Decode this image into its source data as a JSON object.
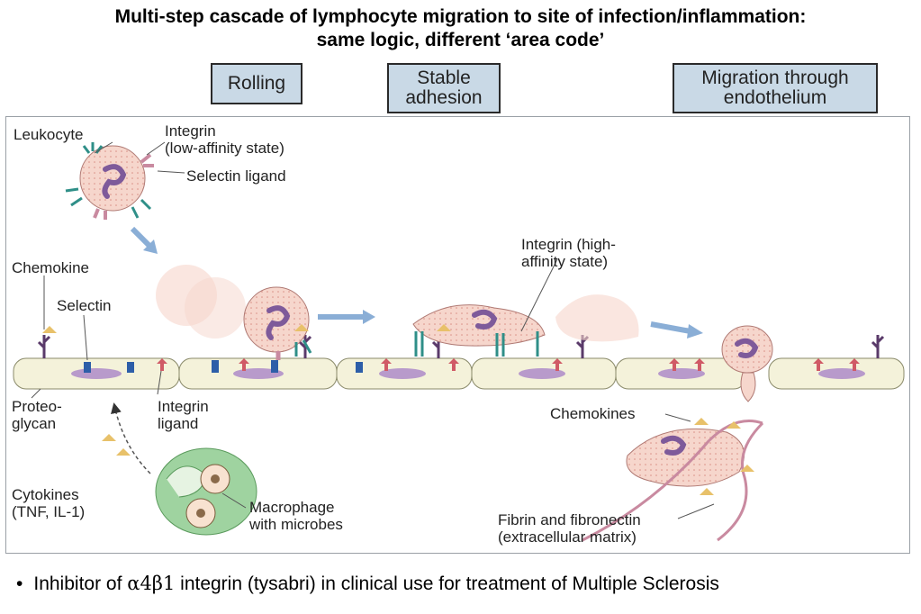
{
  "title": {
    "line1": "Multi-step cascade of lymphocyte migration to site of infection/inflammation:",
    "line2": "same logic, different ‘area code’"
  },
  "stages": [
    {
      "line1": "Rolling",
      "line2": ""
    },
    {
      "line1": "Stable",
      "line2": "adhesion"
    },
    {
      "line1": "Migration through",
      "line2": "endothelium"
    }
  ],
  "labels": {
    "leukocyte": "Leukocyte",
    "integrin_low_1": "Integrin",
    "integrin_low_2": "(low-affinity state)",
    "selectin_ligand": "Selectin ligand",
    "chemokine": "Chemokine",
    "selectin": "Selectin",
    "integrin_high_1": "Integrin (high-",
    "integrin_high_2": "affinity state)",
    "proteoglycan_1": "Proteo-",
    "proteoglycan_2": "glycan",
    "integrin_ligand_1": "Integrin",
    "integrin_ligand_2": "ligand",
    "chemokines": "Chemokines",
    "cytokines_1": "Cytokines",
    "cytokines_2": "(TNF, IL-1)",
    "macrophage_1": "Macrophage",
    "macrophage_2": "with microbes",
    "fibrin_1": "Fibrin and fibronectin",
    "fibrin_2": "(extracellular matrix)"
  },
  "bullet": {
    "pre": "Inhibitor of ",
    "greek": "α4β1",
    "post": " integrin (tysabri) in clinical use for treatment of Multiple Sclerosis"
  },
  "colors": {
    "stage_box": "#c9d9e6",
    "cell_fill": "#f6d6cc",
    "endothelium": "#f4f2da",
    "nucleus": "#b89acb",
    "integrin": "#2f8f88",
    "selectin": "#2d5ea8",
    "chemokine": "#e8c16a",
    "arrow": "#8aaed6",
    "macrophage": "#9fd3a0"
  }
}
